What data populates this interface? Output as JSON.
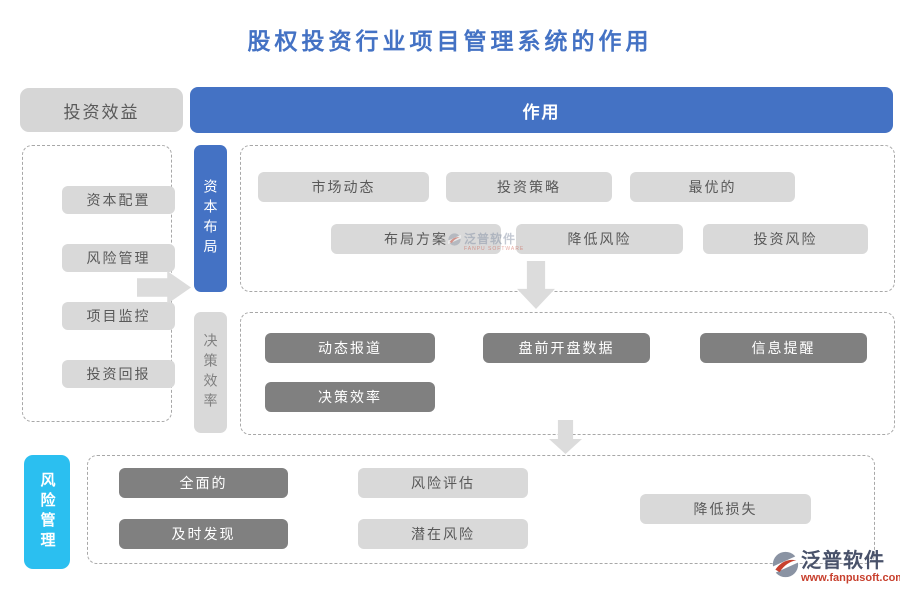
{
  "title": "股权投资行业项目管理系统的作用",
  "header": {
    "benefit_button": "投资效益",
    "role_bar": "作用"
  },
  "left_panel": {
    "items": [
      "资本配置",
      "风险管理",
      "项目监控",
      "投资回报"
    ]
  },
  "capital_section": {
    "tab": "资本布局",
    "buttons": [
      "市场动态",
      "投资策略",
      "最优的",
      "布局方案",
      "降低风险",
      "投资风险"
    ]
  },
  "decision_section": {
    "tab": "决策效率",
    "buttons": [
      "动态报道",
      "盘前开盘数据",
      "信息提醒",
      "决策效率"
    ]
  },
  "risk_section": {
    "tab": "风险管理",
    "dark_buttons": [
      "全面的",
      "及时发现"
    ],
    "light_buttons": [
      "风险评估",
      "潜在风险",
      "降低损失"
    ]
  },
  "watermark": {
    "brand": "泛普软件",
    "sub": "FANPU SOFTWARE"
  },
  "logo": {
    "brand": "泛普软件",
    "url": "www.fanpusoft.com"
  },
  "colors": {
    "accent_blue": "#4472C4",
    "accent_cyan": "#2BBFF0",
    "button_light": "#D9D9D9",
    "button_dark": "#808080",
    "text_gray": "#595959",
    "logo_red": "#C8402E"
  }
}
